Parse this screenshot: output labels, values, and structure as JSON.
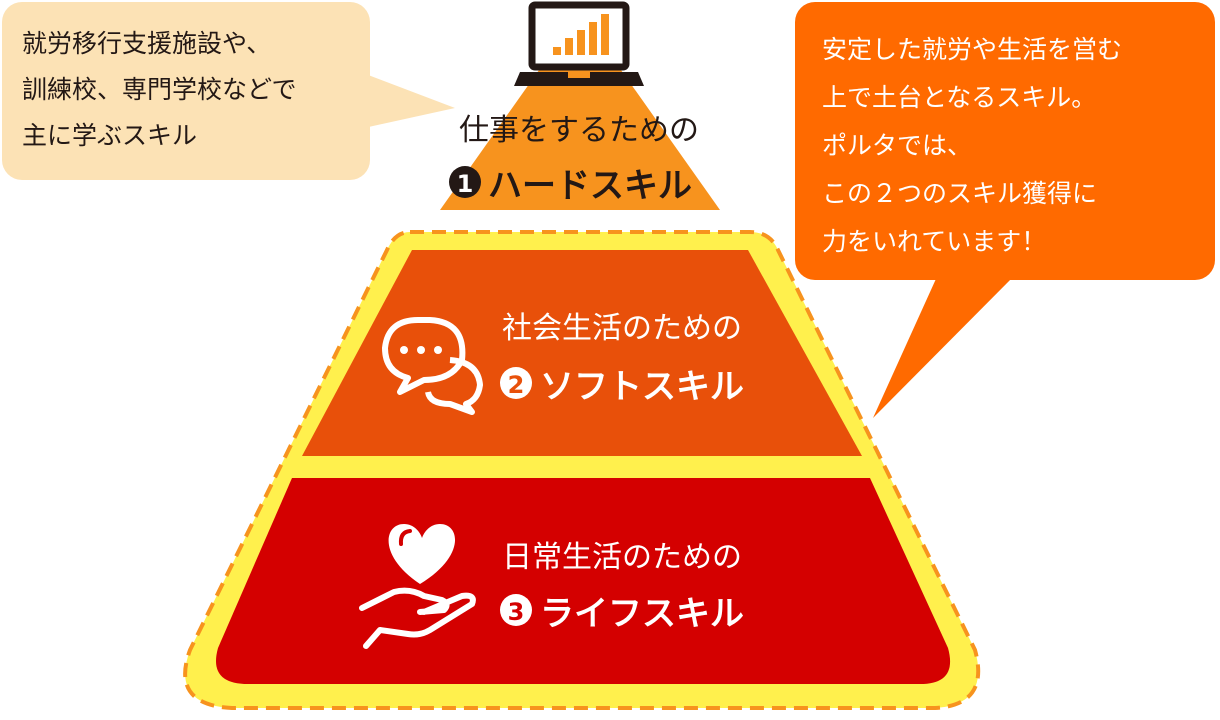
{
  "left_callout": {
    "lines": [
      "就労移行支援施設や、",
      "訓練校、専門学校などで",
      "主に学ぶスキル"
    ]
  },
  "right_callout": {
    "lines": [
      "安定した就労や生活を営む",
      "上で土台となるスキル。",
      "ポルタでは、",
      "この２つのスキル獲得に",
      "力をいれています！"
    ]
  },
  "tiers": [
    {
      "number": "1",
      "subtitle": "仕事をするための",
      "title": "ハードスキル",
      "icon": "laptop-chart-icon"
    },
    {
      "number": "2",
      "subtitle": "社会生活のための",
      "title": "ソフトスキル",
      "icon": "speech-bubbles-icon"
    },
    {
      "number": "3",
      "subtitle": "日常生活のための",
      "title": "ライフスキル",
      "icon": "heart-in-hand-icon"
    }
  ],
  "colors": {
    "hard_skill": "#F7931E",
    "soft_skill": "#E8500A",
    "life_skill": "#D40000",
    "base_band": "#FFF04D",
    "dashed_border": "#F7931E",
    "left_callout_bg": "#FCE2B5",
    "right_callout_bg": "#FF6A00",
    "ink": "#231815"
  }
}
